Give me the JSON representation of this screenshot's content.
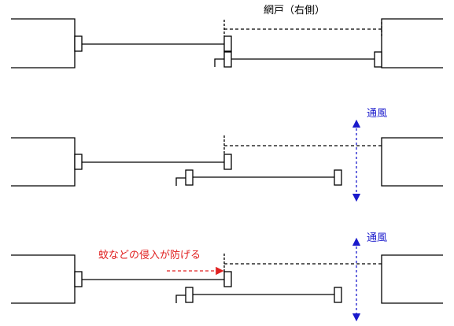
{
  "labels": {
    "screen_door": "網戸（右側）",
    "ventilation_1": "通風",
    "ventilation_2": "通風",
    "mosquito_note": "蚊などの侵入が防げる"
  },
  "colors": {
    "line": "#000000",
    "ventilation": "#1a1acc",
    "mosquito": "#e02020"
  }
}
